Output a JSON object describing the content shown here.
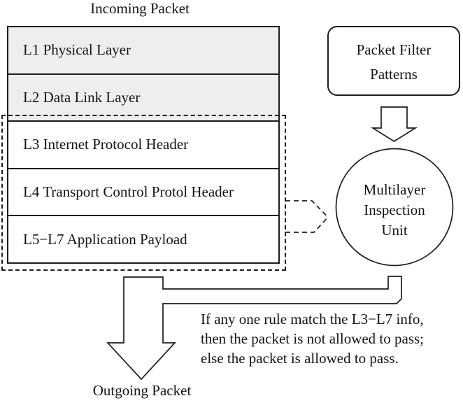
{
  "diagram": {
    "incoming_label": "Incoming Packet",
    "outgoing_label": "Outgoing Packet",
    "layers": [
      {
        "label": "L1 Physical Layer",
        "shaded": true
      },
      {
        "label": "L2 Data Link Layer",
        "shaded": true
      },
      {
        "label": "L3 Internet Protocol Header",
        "shaded": false
      },
      {
        "label": "L4 Transport Control Protol Header",
        "shaded": false
      },
      {
        "label": "L5−L7 Application Payload",
        "shaded": false
      }
    ],
    "packet_filter_box": {
      "line1": "Packet Filter",
      "line2": "Patterns"
    },
    "inspection_unit": {
      "line1": "Multilayer",
      "line2": "Inspection",
      "line3": "Unit"
    },
    "rule_text": {
      "line1": "If any one rule match the L3−L7 info,",
      "line2": "then the packet is not allowed to pass;",
      "line3": "else the packet is allowed to pass."
    },
    "colors": {
      "stroke": "#1d1d1d",
      "shaded_row_fill": "#eeeeee",
      "background": "#ffffff"
    }
  }
}
